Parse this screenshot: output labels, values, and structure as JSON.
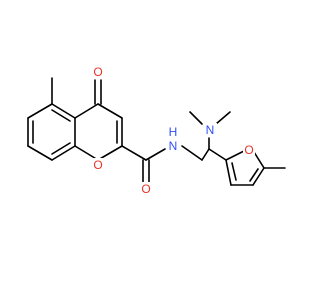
{
  "colors": {
    "bond": "#000000",
    "oxygen": "#e8332b",
    "nitrogen": "#3050f8",
    "background": "#ffffff"
  },
  "atoms": {
    "carbonyl_oxygen": "O",
    "ring_oxygen": "O",
    "amide_oxygen": "O",
    "amide_nitrogen": "N",
    "amide_hydrogen": "H",
    "amine_nitrogen": "N",
    "furan_oxygen": "O"
  }
}
